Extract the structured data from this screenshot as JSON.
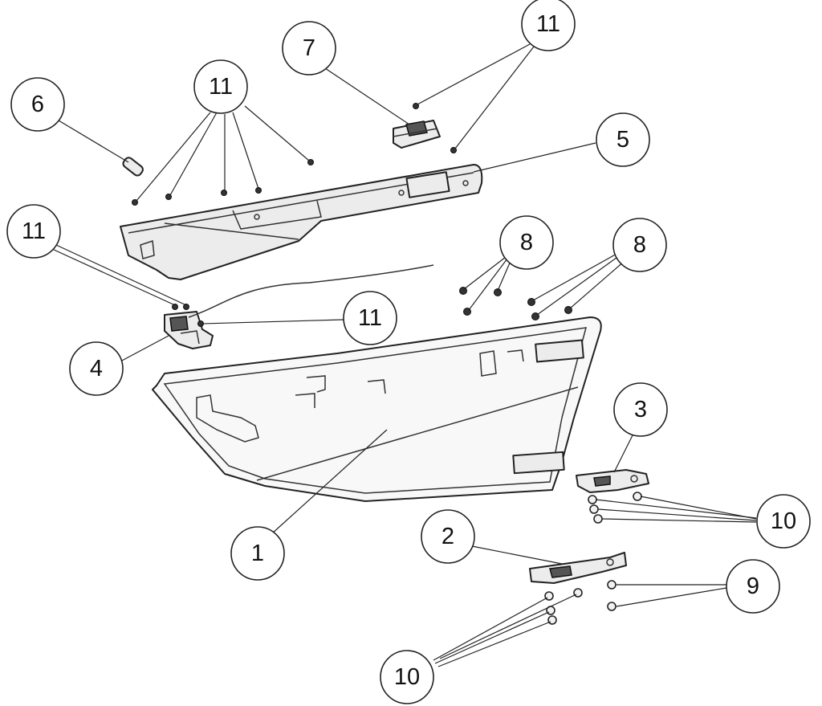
{
  "callouts": [
    {
      "id": "c1",
      "label": "1"
    },
    {
      "id": "c2",
      "label": "2"
    },
    {
      "id": "c3",
      "label": "3"
    },
    {
      "id": "c4",
      "label": "4"
    },
    {
      "id": "c5",
      "label": "5"
    },
    {
      "id": "c6",
      "label": "6"
    },
    {
      "id": "c7",
      "label": "7"
    },
    {
      "id": "c8a",
      "label": "8"
    },
    {
      "id": "c8b",
      "label": "8"
    },
    {
      "id": "c9",
      "label": "9"
    },
    {
      "id": "c10a",
      "label": "10"
    },
    {
      "id": "c10b",
      "label": "10"
    },
    {
      "id": "c11a",
      "label": "11"
    },
    {
      "id": "c11b",
      "label": "11"
    },
    {
      "id": "c11c",
      "label": "11"
    },
    {
      "id": "c11d",
      "label": "11"
    }
  ]
}
